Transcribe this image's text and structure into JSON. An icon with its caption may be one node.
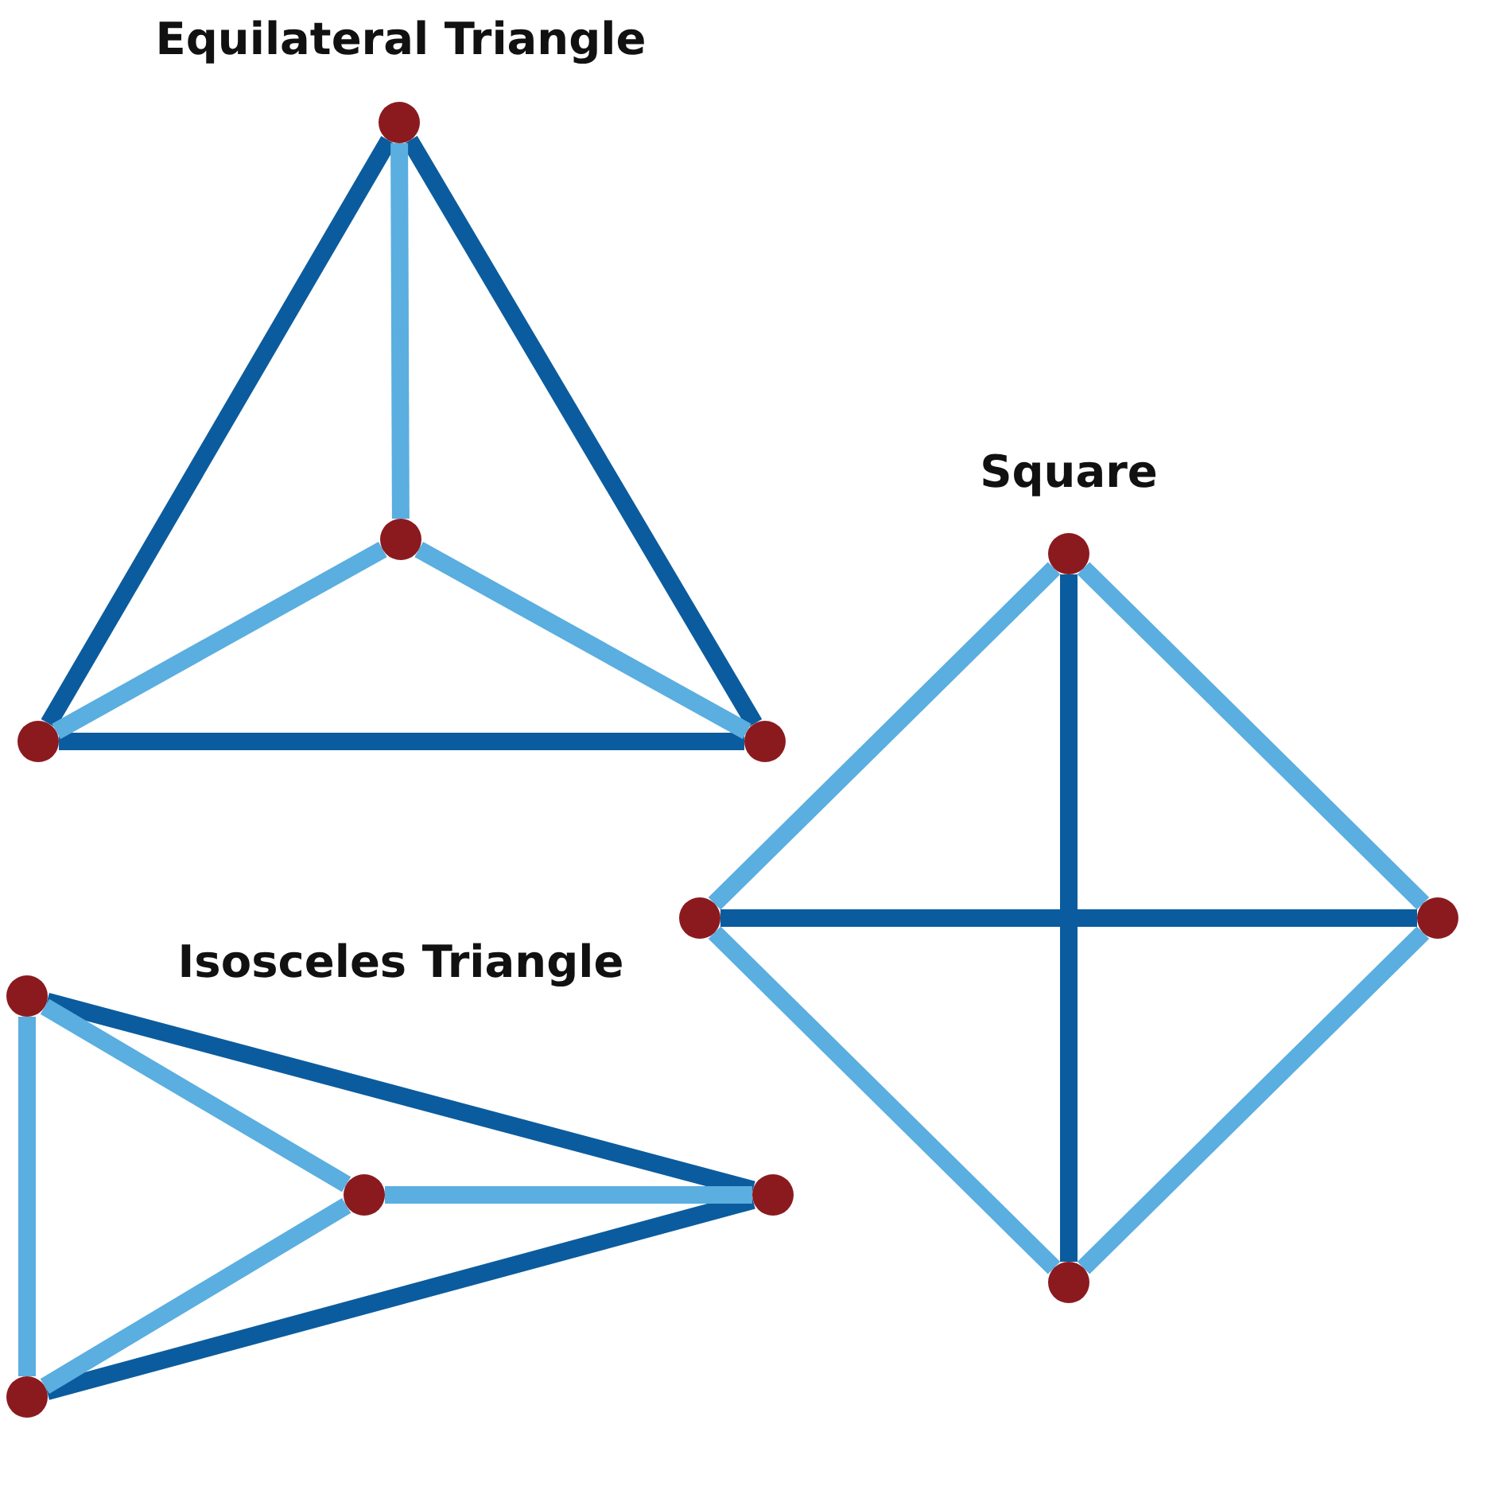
{
  "diagram": {
    "nodes": [
      {
        "text": [],
        "shape": "circle"
      },
      {
        "text": [],
        "shape": "circle"
      },
      {
        "text": [],
        "shape": "circle"
      },
      {
        "text": [],
        "shape": "circle"
      },
      {
        "text": [],
        "shape": "circle"
      },
      {
        "text": [],
        "shape": "circle"
      },
      {
        "text": [],
        "shape": "circle"
      },
      {
        "text": [],
        "shape": "circle"
      },
      {
        "text": [],
        "shape": "circle"
      },
      {
        "text": [],
        "shape": "circle"
      },
      {
        "text": [],
        "shape": "circle"
      },
      {
        "text": [],
        "shape": "circle"
      }
    ],
    "edges": [
      {
        "from": 0,
        "to": 3,
        "arrow": "none",
        "color": "#0b5c9e"
      },
      {
        "from": 0,
        "to": 4,
        "arrow": "none",
        "color": "#0b5c9e"
      },
      {
        "from": 3,
        "to": 4,
        "arrow": "none",
        "color": "#0b5c9e"
      },
      {
        "from": 0,
        "to": 1,
        "arrow": "none"
      },
      {
        "from": 1,
        "to": 3,
        "arrow": "none"
      },
      {
        "from": 1,
        "to": 4,
        "arrow": "none"
      },
      {
        "from": 2,
        "to": 5,
        "arrow": "none"
      },
      {
        "from": 2,
        "to": 6,
        "arrow": "none"
      },
      {
        "from": 5,
        "to": 10,
        "arrow": "none"
      },
      {
        "from": 6,
        "to": 10,
        "arrow": "none"
      },
      {
        "from": 2,
        "to": 10,
        "arrow": "none",
        "color": "#0b5c9e"
      },
      {
        "from": 5,
        "to": 6,
        "arrow": "none",
        "color": "#0b5c9e"
      },
      {
        "from": 7,
        "to": 9,
        "arrow": "none",
        "color": "#0b5c9e"
      },
      {
        "from": 11,
        "to": 9,
        "arrow": "none",
        "color": "#0b5c9e"
      },
      {
        "from": 7,
        "to": 11,
        "arrow": "none"
      },
      {
        "from": 7,
        "to": 8,
        "arrow": "none"
      },
      {
        "from": 11,
        "to": 8,
        "arrow": "none"
      },
      {
        "from": 8,
        "to": 9,
        "arrow": "none"
      }
    ],
    "labels": [
      "Equilateral Triangle",
      "Square",
      "Isosceles Triangle"
    ]
  }
}
